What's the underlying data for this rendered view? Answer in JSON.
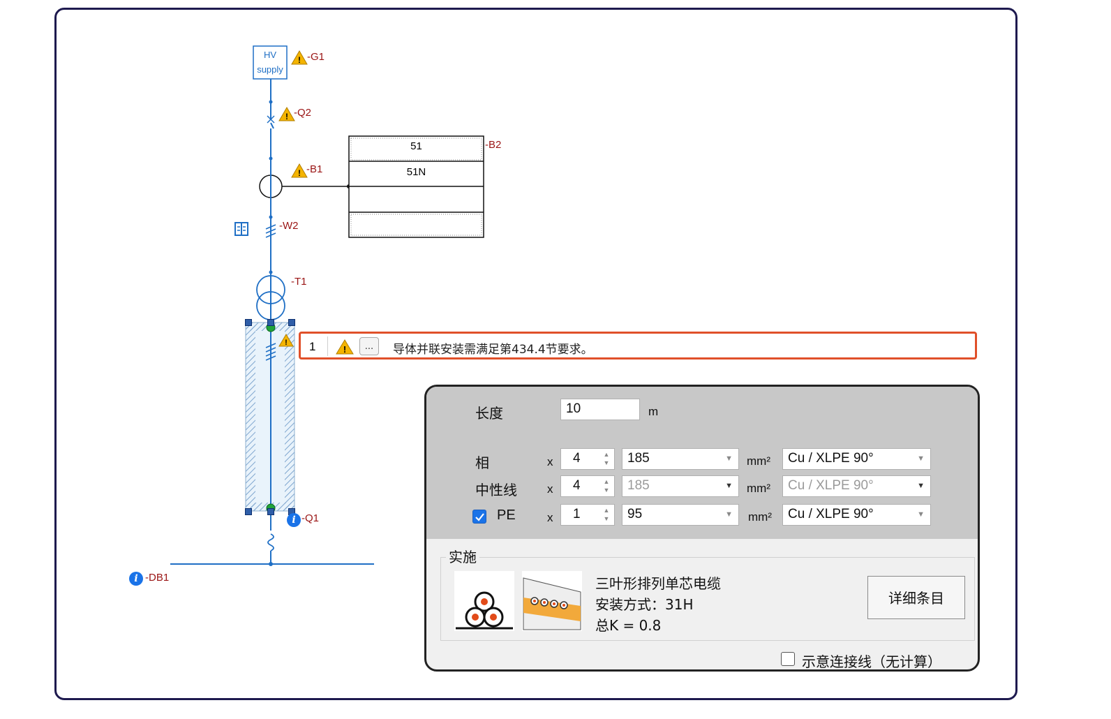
{
  "diagram": {
    "hv_supply": {
      "line1": "HV",
      "line2": "supply"
    },
    "refs": {
      "g1": "-G1",
      "q2": "-Q2",
      "b1": "-B1",
      "b2": "-B2",
      "w2": "-W2",
      "t1": "-T1",
      "q1": "-Q1",
      "db1": "-DB1"
    },
    "relay_rows": [
      "51",
      "51N",
      "",
      ""
    ],
    "colors": {
      "line": "#1f6fc5",
      "ref_text": "#9a1414",
      "warning": "#f4b400",
      "selection": "#2f5ea8",
      "node_green": "#21a33a"
    }
  },
  "message": {
    "index": "1",
    "dots": "...",
    "text": "导体并联安装需满足第434.4节要求。",
    "border_color": "#e0502a"
  },
  "panel": {
    "length_label": "长度",
    "length_value": "10",
    "length_unit": "m",
    "x": "x",
    "mm2": "mm²",
    "phase": {
      "label": "相",
      "count": "4",
      "size": "185",
      "material": "Cu / XLPE 90°"
    },
    "neutral": {
      "label": "中性线",
      "count": "4",
      "size": "185",
      "material": "Cu / XLPE 90°"
    },
    "pe": {
      "label": "PE",
      "checked": true,
      "count": "1",
      "size": "95",
      "material": "Cu / XLPE 90°"
    },
    "implementation": {
      "title": "实施",
      "description": "三叶形排列单芯电缆",
      "method": "安装方式：31H",
      "total_k": "总K = 0.8",
      "detail_button": "详细条目"
    },
    "schematic_checkbox": {
      "label": "示意连接线（无计算）",
      "checked": false
    }
  }
}
